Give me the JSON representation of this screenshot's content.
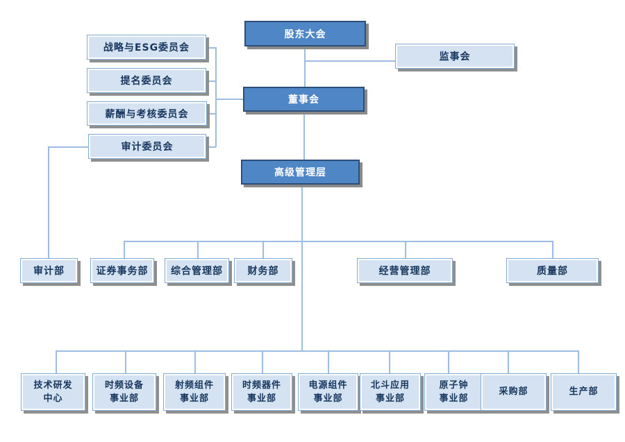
{
  "org": {
    "shareholders": "股东大会",
    "supervisory": "监事会",
    "board": "董事会",
    "senior_management": "高级管理层",
    "committees": [
      {
        "label": "战略与ESG委员会"
      },
      {
        "label": "提名委员会"
      },
      {
        "label": "薪酬与考核委员会"
      },
      {
        "label": "审计委员会"
      }
    ],
    "middle_departments": [
      {
        "label": "审计部"
      },
      {
        "label": "证券事务部"
      },
      {
        "label": "综合管理部"
      },
      {
        "label": "财务部"
      },
      {
        "label": "经营管理部"
      },
      {
        "label": "质量部"
      }
    ],
    "bottom_departments": [
      {
        "label": "技术研发\n中心"
      },
      {
        "label": "时频设备\n事业部"
      },
      {
        "label": "射频组件\n事业部"
      },
      {
        "label": "时频器件\n事业部"
      },
      {
        "label": "电源组件\n事业部"
      },
      {
        "label": "北斗应用\n事业部"
      },
      {
        "label": "原子钟\n事业部"
      },
      {
        "label": "采购部"
      },
      {
        "label": "生产部"
      }
    ]
  },
  "colors": {
    "primary_box_fill": "#4F86C6",
    "primary_box_border": "#2C4D77",
    "primary_box_text": "#FFFFFF",
    "secondary_box_fill": "#D4E2F2",
    "secondary_box_border": "#82AAD7",
    "secondary_box_text": "#17365D",
    "connector_line": "#9CBCE2",
    "shadow": "#8A8A8A",
    "background": "#FFFFFF"
  }
}
